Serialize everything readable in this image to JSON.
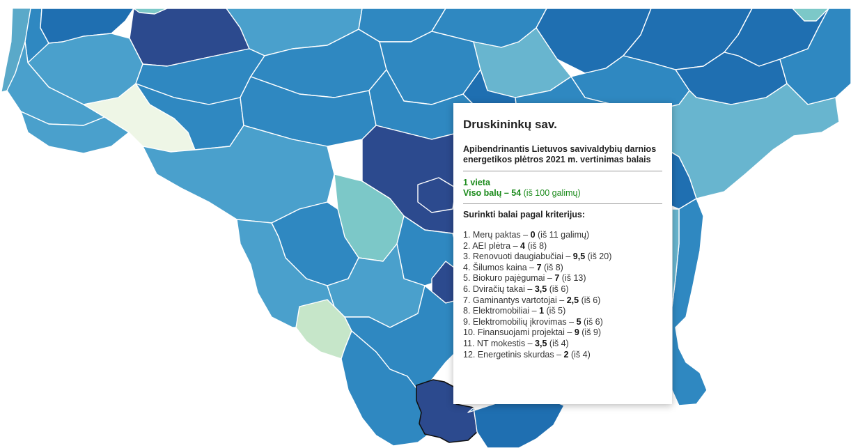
{
  "colors": {
    "c1": "#2c4a8e",
    "c2": "#1f6fb1",
    "c3": "#2f88c1",
    "c4": "#4aa0cc",
    "c5": "#68b5cf",
    "c6": "#7cc8c8",
    "c7": "#c6e6c9",
    "c8": "#eef6e6"
  },
  "tooltip": {
    "title": "Druskininkų sav.",
    "subtitle": "Apibendrinantis Lietuvos savivaldybių darnios energetikos plėtros 2021 m. vertinimas balais",
    "rank": "1 vieta",
    "total_label": "Viso balų – ",
    "total_value": "54",
    "total_suffix": "(iš 100 galimų)",
    "criteria_title": "Surinkti balai pagal kriterijus:",
    "criteria": [
      {
        "label": "1. Merų paktas – ",
        "score": "0",
        "max": "(iš 11 galimų)"
      },
      {
        "label": "2. AEI plėtra – ",
        "score": "4",
        "max": "(iš 8)"
      },
      {
        "label": "3. Renovuoti daugiabučiai – ",
        "score": "9,5",
        "max": "(iš 20)"
      },
      {
        "label": "4. Šilumos kaina – ",
        "score": "7",
        "max": "(iš 8)"
      },
      {
        "label": "5. Biokuro pajėgumai – ",
        "score": "7",
        "max": "(iš 13)"
      },
      {
        "label": "6. Dviračių takai – ",
        "score": "3,5",
        "max": "(iš 6)"
      },
      {
        "label": "7. Gaminantys vartotojai – ",
        "score": "2,5",
        "max": "(iš 6)"
      },
      {
        "label": "8. Elektromobiliai – ",
        "score": "1",
        "max": "(iš 5)"
      },
      {
        "label": "9. Elektromobilių įkrovimas – ",
        "score": "5",
        "max": "(iš 6)"
      },
      {
        "label": "10. Finansuojami projektai – ",
        "score": "9",
        "max": "(iš 9)"
      },
      {
        "label": "11. NT mokestis – ",
        "score": "3,5",
        "max": "(iš 4)"
      },
      {
        "label": "12. Energetinis skurdas – ",
        "score": "2",
        "max": "(iš 4)"
      }
    ]
  }
}
